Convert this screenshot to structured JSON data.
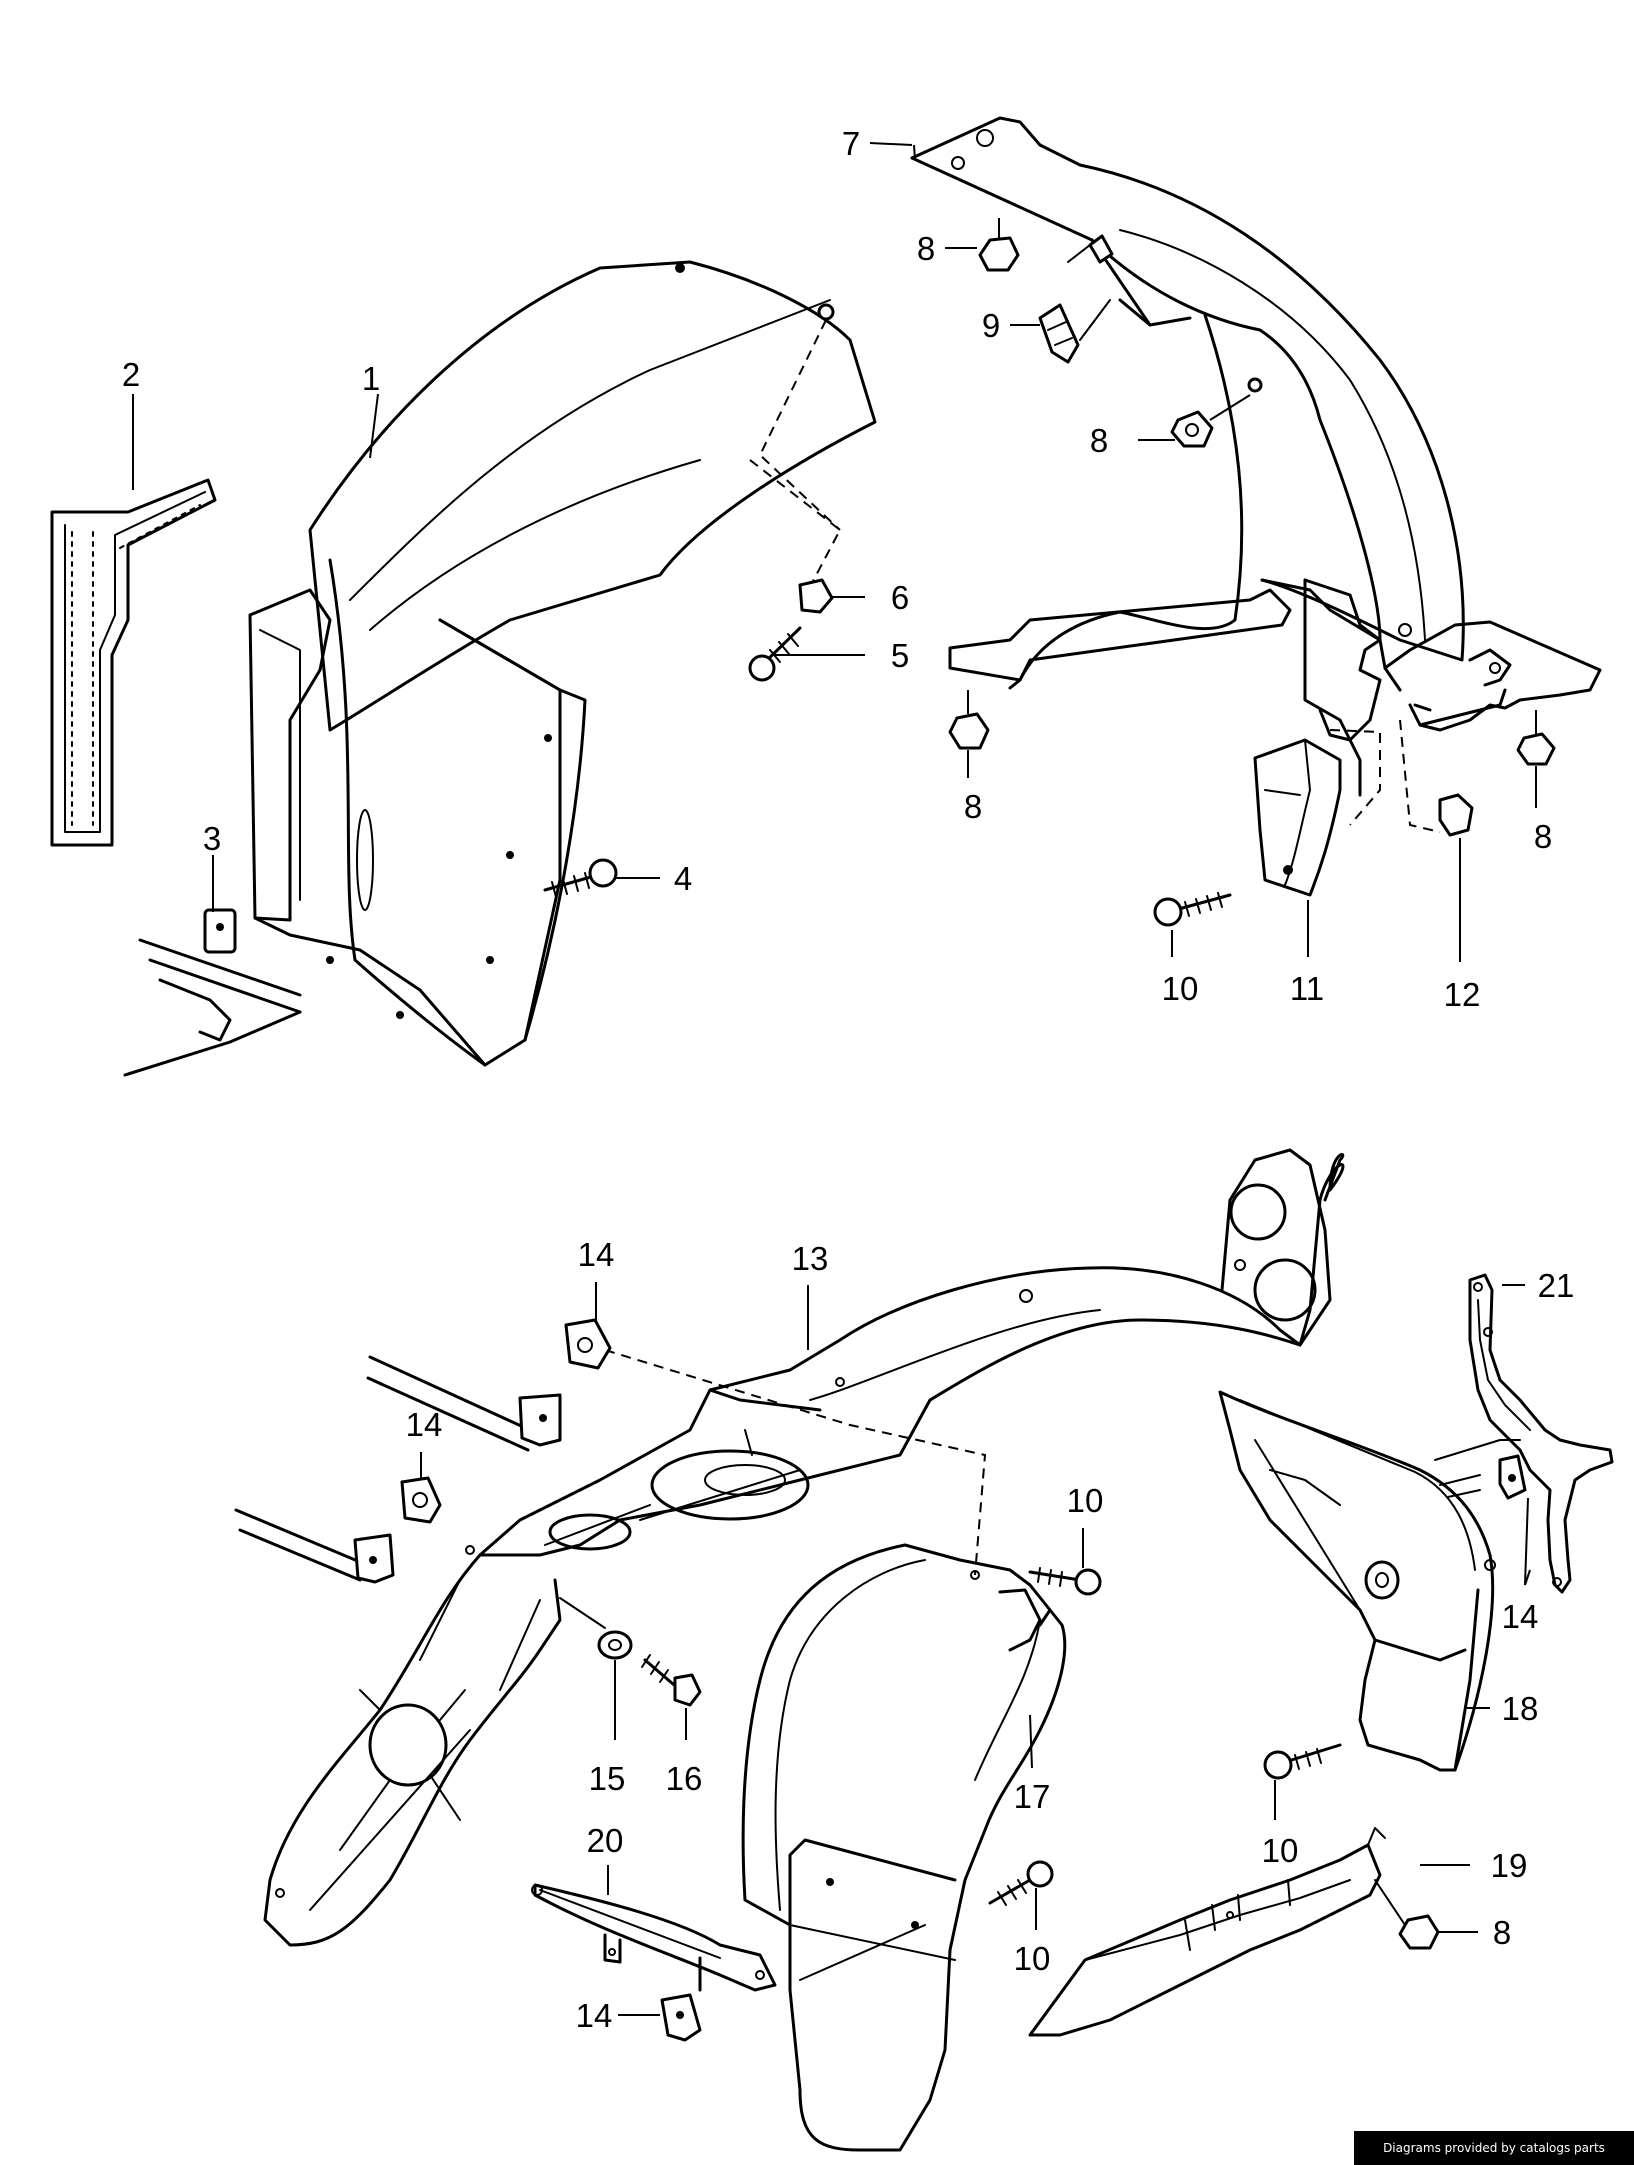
{
  "callouts": [
    "1",
    "2",
    "3",
    "4",
    "5",
    "6",
    "7",
    "8",
    "9",
    "10",
    "11",
    "12",
    "13",
    "14",
    "15",
    "16",
    "17",
    "18",
    "19",
    "20",
    "21"
  ],
  "footer_text": "Diagrams provided by catalogs parts"
}
